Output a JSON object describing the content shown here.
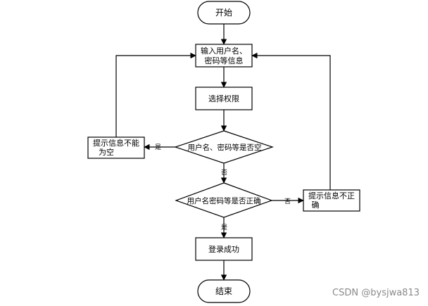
{
  "nodes": {
    "start": "开始",
    "input_line1": "输入用户名、",
    "input_line2": "密码等信息",
    "select": "选择权限",
    "check_empty": "用户名、密码等是否空",
    "empty_tip_line1": "提示信息不能",
    "empty_tip_line2": "为空",
    "check_correct": "用户名密码等是否正确",
    "wrong_tip_line1": "提示信息不正",
    "wrong_tip_line2": "确",
    "success": "登录成功",
    "end": "结束"
  },
  "edges": {
    "yes_empty": "是",
    "no_empty": "否",
    "no_correct": "否",
    "yes_correct": "是"
  },
  "watermark": "CSDN @bysjwa813"
}
